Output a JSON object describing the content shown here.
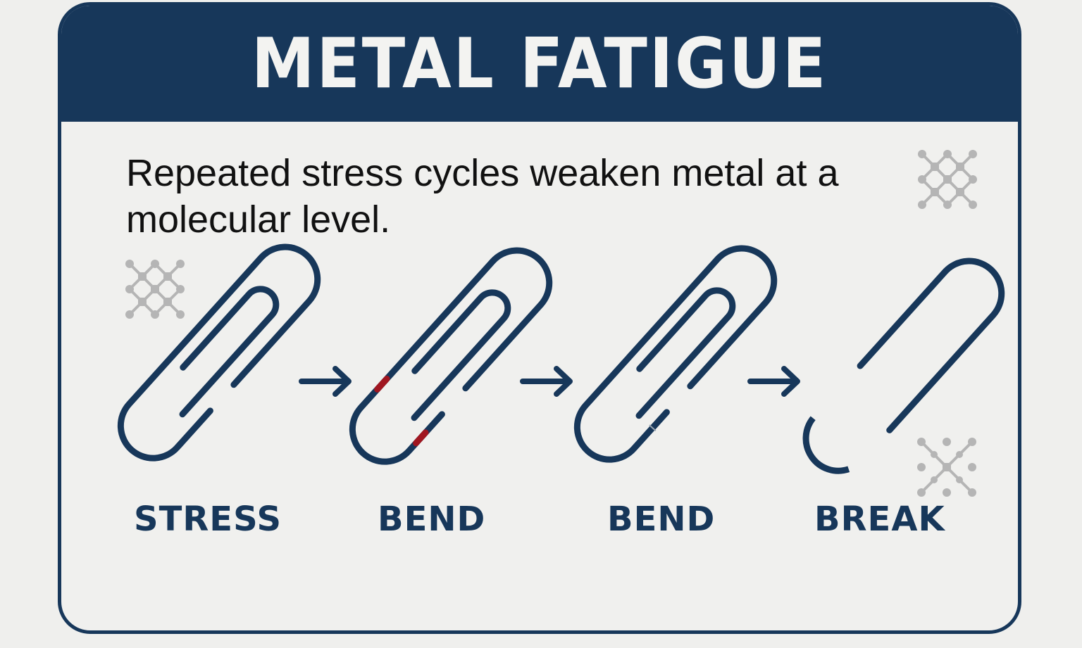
{
  "header": {
    "title": "METAL FATIGUE"
  },
  "description": "Repeated stress cycles weaken metal at a molecular level.",
  "stages": [
    {
      "label": "STRESS",
      "icon": "paperclip-icon",
      "state": "intact"
    },
    {
      "label": "BEND",
      "icon": "paperclip-icon",
      "state": "stress-marks",
      "marks_color": "#a01620"
    },
    {
      "label": "BEND",
      "icon": "paperclip-icon",
      "state": "micro-crack"
    },
    {
      "label": "BREAK",
      "icon": "broken-paperclip-icon",
      "state": "broken"
    }
  ],
  "arrows": [
    "right-arrow-icon",
    "right-arrow-icon",
    "right-arrow-icon"
  ],
  "decorations": [
    "molecule-lattice-icon",
    "molecule-lattice-icon",
    "broken-molecule-lattice-icon"
  ],
  "colors": {
    "primary": "#17375a",
    "background": "#f0f0ee",
    "stress_mark": "#a01620",
    "molecule": "#b5b5b5",
    "title_text": "#f3f3f1"
  }
}
